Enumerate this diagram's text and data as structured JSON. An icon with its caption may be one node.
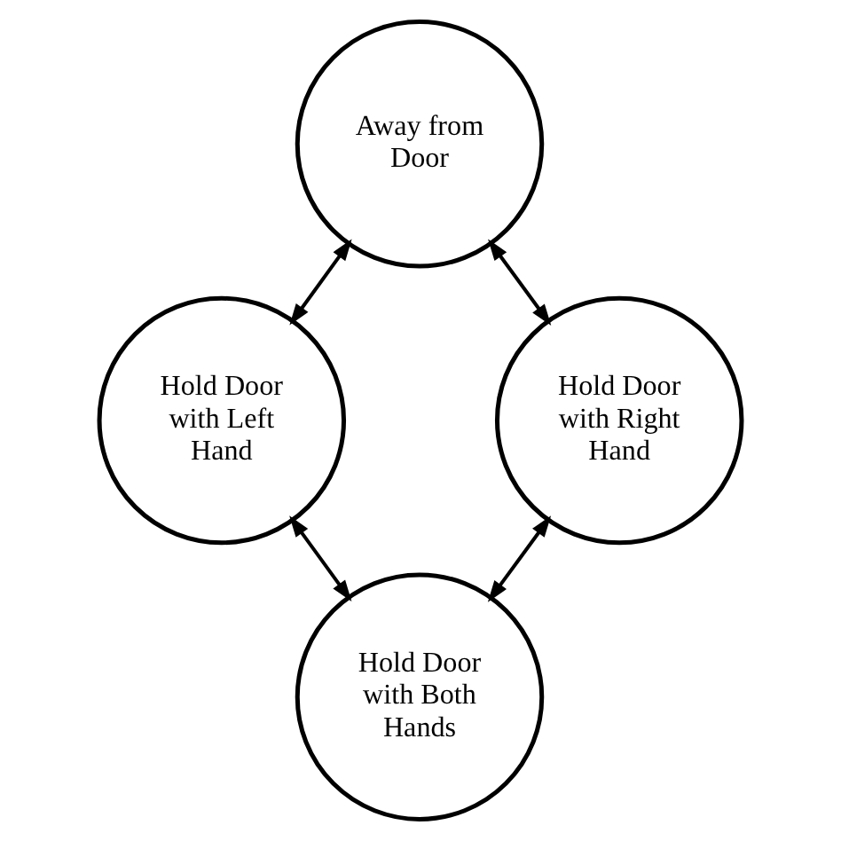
{
  "diagram": {
    "nodes": [
      {
        "text": [
          "Away from Door"
        ]
      },
      {
        "text": [
          "Hold Door with Left Hand"
        ]
      },
      {
        "text": [
          "Hold Door with Right Hand"
        ]
      },
      {
        "text": [
          "Hold Door with Both Hands"
        ]
      }
    ],
    "edges": [
      {
        "from": 0,
        "to": 1,
        "arrow": "both"
      },
      {
        "from": 0,
        "to": 2,
        "arrow": "both"
      },
      {
        "from": 1,
        "to": 3,
        "arrow": "both"
      },
      {
        "from": 2,
        "to": 3,
        "arrow": "both"
      }
    ]
  }
}
